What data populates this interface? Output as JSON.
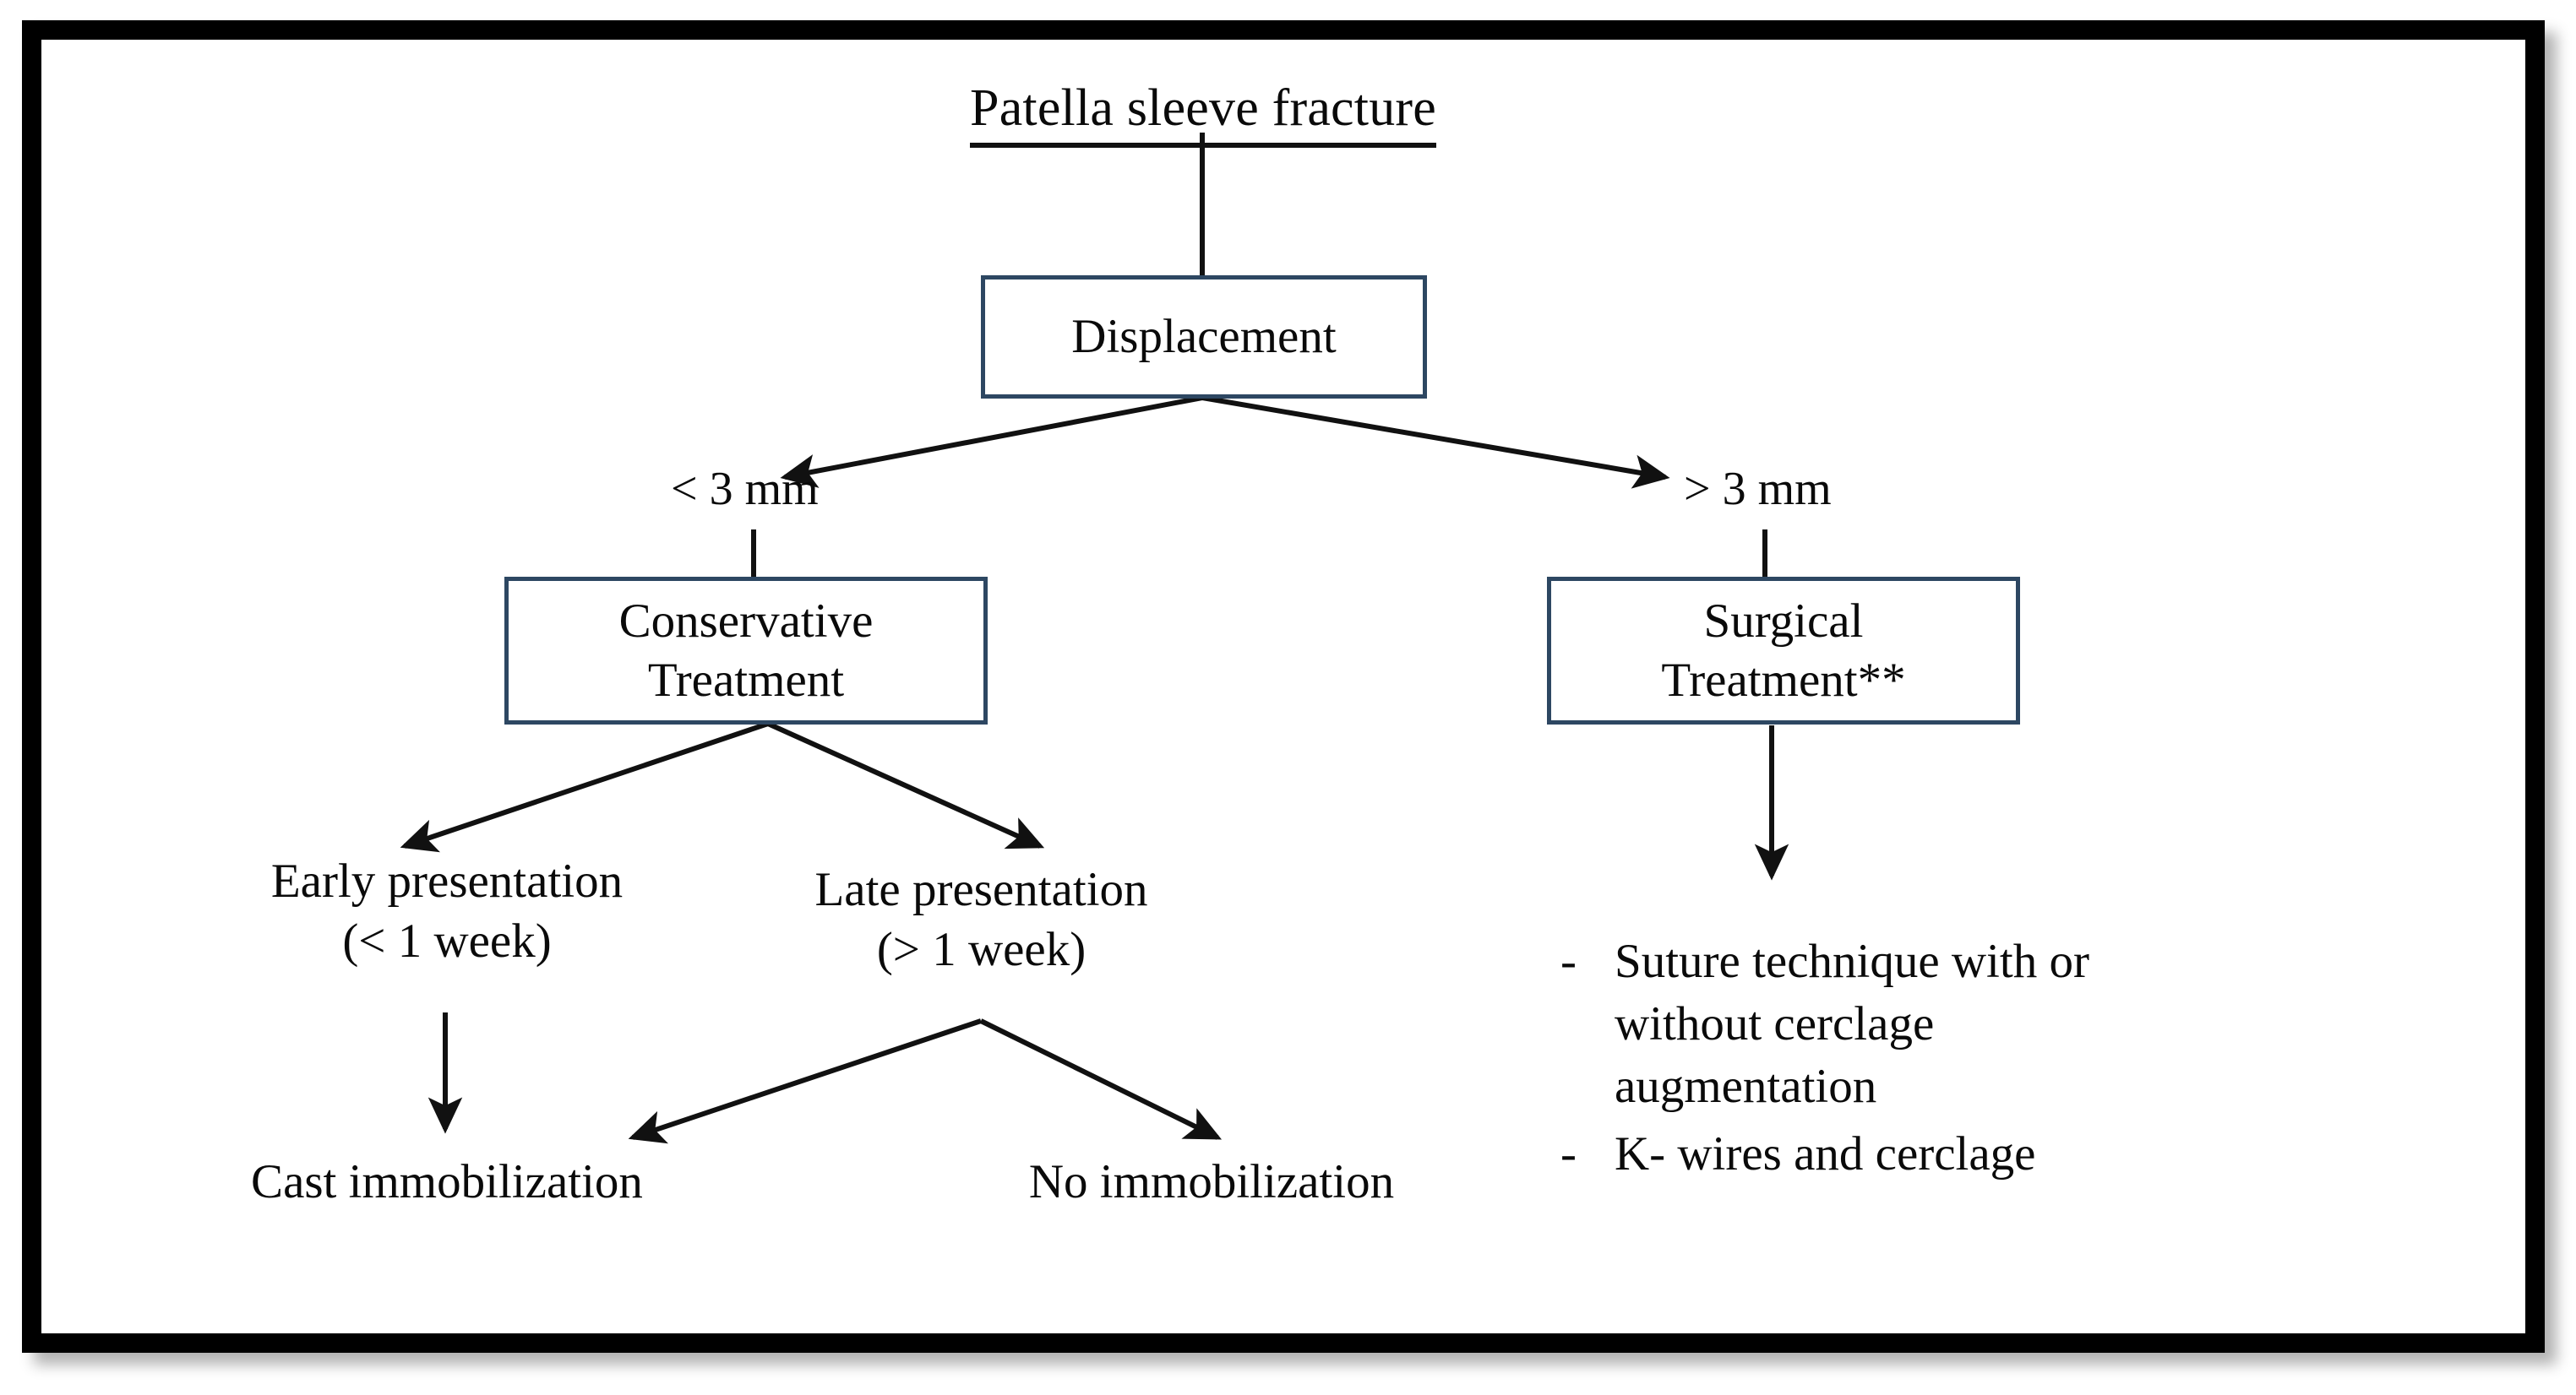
{
  "figure": {
    "type": "clinical-decision-flowchart",
    "frame_color": "#000000",
    "box_border_color": "#2d4762",
    "text_color": "#0a0a0a",
    "background": "#ffffff"
  },
  "title": {
    "text": "Patella sleeve fracture",
    "underlined": true
  },
  "nodes": {
    "displacement": {
      "label": "Displacement",
      "boxed": true
    },
    "conservative": {
      "label": "Conservative\nTreatment",
      "boxed": true
    },
    "surgical": {
      "label": "Surgical\nTreatment**",
      "boxed": true
    },
    "early_presentation": {
      "label": "Early presentation\n(< 1 week)",
      "boxed": false
    },
    "late_presentation": {
      "label": "Late presentation\n(> 1 week)",
      "boxed": false
    },
    "cast_immobilization": {
      "label": "Cast immobilization",
      "boxed": false
    },
    "no_immobilization": {
      "label": "No immobilization",
      "boxed": false
    }
  },
  "edge_labels": {
    "left_branch": "< 3 mm",
    "right_branch": "> 3 mm"
  },
  "surgical_options": {
    "dash": "-",
    "items": [
      "Suture technique with or\nwithout cerclage\naugmentation",
      "K- wires and cerclage"
    ]
  },
  "chart_data": {
    "type": "tree",
    "title": "Patella sleeve fracture",
    "root": "Patella sleeve fracture",
    "branches": [
      {
        "from": "Patella sleeve fracture",
        "to": "Displacement",
        "label": "",
        "arrow": false
      },
      {
        "from": "Displacement",
        "to": "Conservative Treatment",
        "label": "< 3 mm",
        "arrow": true
      },
      {
        "from": "Displacement",
        "to": "Surgical Treatment**",
        "label": "> 3 mm",
        "arrow": true
      },
      {
        "from": "Conservative Treatment",
        "to": "Early presentation (< 1 week)",
        "label": "",
        "arrow": true
      },
      {
        "from": "Conservative Treatment",
        "to": "Late presentation (> 1 week)",
        "label": "",
        "arrow": true
      },
      {
        "from": "Early presentation (< 1 week)",
        "to": "Cast immobilization",
        "label": "",
        "arrow": true
      },
      {
        "from": "Late presentation (> 1 week)",
        "to": "Cast immobilization",
        "label": "",
        "arrow": true
      },
      {
        "from": "Late presentation (> 1 week)",
        "to": "No immobilization",
        "label": "",
        "arrow": true
      },
      {
        "from": "Surgical Treatment**",
        "to": "Suture technique with or without cerclage augmentation; K- wires and cerclage",
        "label": "",
        "arrow": true
      }
    ]
  }
}
